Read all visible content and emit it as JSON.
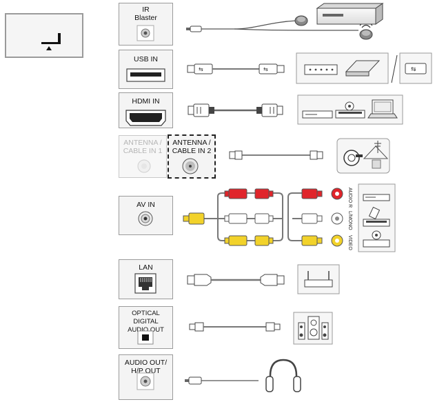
{
  "ports": {
    "ir_blaster": "IR\nBlaster",
    "usb_in": "USB IN",
    "hdmi_in": "HDMI IN",
    "antenna_1": "ANTENNA /\nCABLE IN 1",
    "antenna_2": "ANTENNA /\nCABLE IN 2",
    "av_in": "AV IN",
    "lan": "LAN",
    "optical": "OPTICAL DIGITAL\nAUDIO OUT",
    "audio_out": "AUDIO OUT/\nH/P OUT"
  },
  "av_labels": {
    "audio_r": "AUDIO R",
    "l_mono": "L/MONO",
    "video": "VIDEO"
  },
  "colors": {
    "red_plug": "#e0252b",
    "yellow_plug": "#f2d22a",
    "white_plug": "#ffffff",
    "cable": "#8c8c8c",
    "panel_bg": "#f4f4f4"
  },
  "icons": [
    "tv-input-icon",
    "set-top-box-icon",
    "ir-sensor-icon",
    "usb-hub-icon",
    "hard-drive-icon",
    "usb-stick-icon",
    "blu-ray-player-icon",
    "game-console-icon",
    "laptop-icon",
    "antenna-icon",
    "dvd-player-icon",
    "router-icon",
    "speaker-system-icon",
    "headphones-icon"
  ]
}
